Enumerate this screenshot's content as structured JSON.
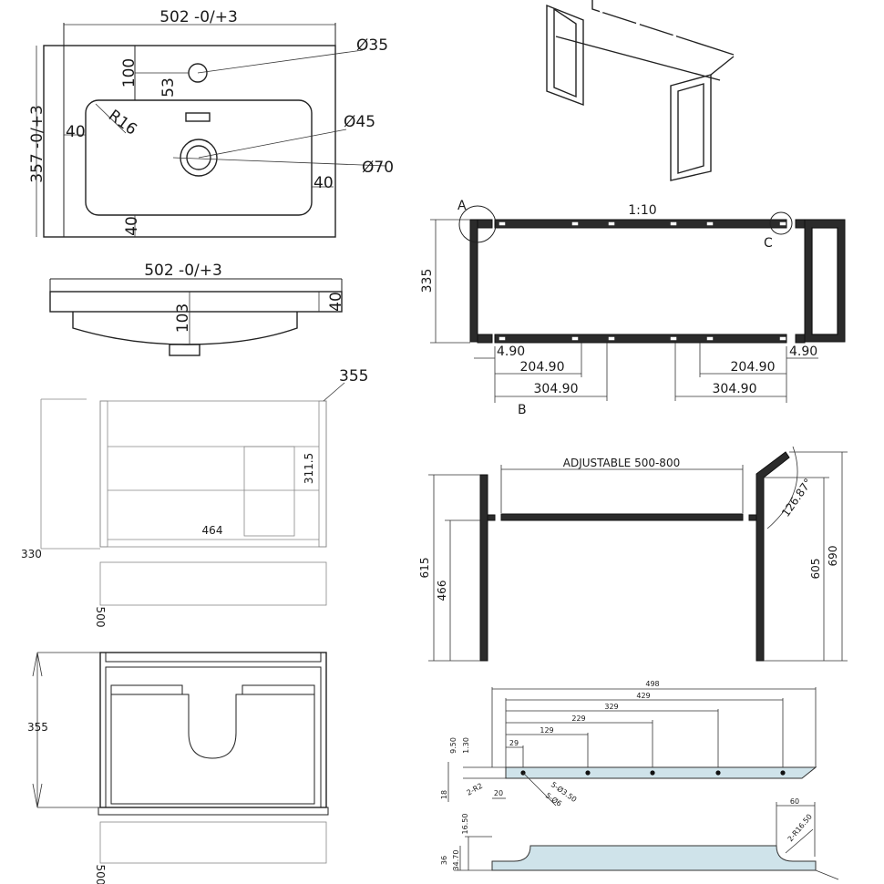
{
  "basin_top": {
    "width_dim": "502 -0/+3",
    "depth_dim": "357 -0/+3",
    "tap_hole_dia": "Ø35",
    "overflow_offset": "100",
    "tap_offset": "53",
    "corner_radius": "R16",
    "margin_left": "40",
    "margin_right": "40",
    "margin_bottom": "40",
    "waste_dia_inner": "Ø45",
    "waste_dia_outer": "Ø70"
  },
  "basin_side": {
    "width_dim": "502 -0/+3",
    "depth_dim": "103",
    "rim_dim": "40"
  },
  "frame_side": {
    "top_label": "355",
    "inner_depth": "311.5",
    "inner_width": "464",
    "outer_height": "330",
    "depth": "500"
  },
  "frame_top": {
    "height": "355",
    "depth": "500"
  },
  "rail_plan": {
    "scale": "1:10",
    "label_a": "A",
    "label_b": "B",
    "label_c": "C",
    "height": "335",
    "offset_left": "4.90",
    "offset_right": "4.90",
    "span_left_1": "204.90",
    "span_right_1": "204.90",
    "span_left_2": "304.90",
    "span_right_2": "304.90"
  },
  "rail_elevation": {
    "adjustable": "ADJUSTABLE 500-800",
    "angle": "126.87°",
    "left_total": "615",
    "left_rail": "466",
    "right_rail": "605",
    "right_total": "690"
  },
  "bracket": {
    "d498": "498",
    "d429": "429",
    "d329": "329",
    "d229": "229",
    "d129": "129",
    "d29": "29",
    "d950": "9.50",
    "d130": "1.30",
    "d18": "18",
    "d20": "20",
    "r2": "2-R2",
    "hole1": "5-Ø3.50",
    "hole2": "5-Ø6",
    "d60": "60",
    "r1650": "2-R16.50",
    "d1650": "16.50",
    "d3470": "34.70",
    "d36": "36"
  }
}
